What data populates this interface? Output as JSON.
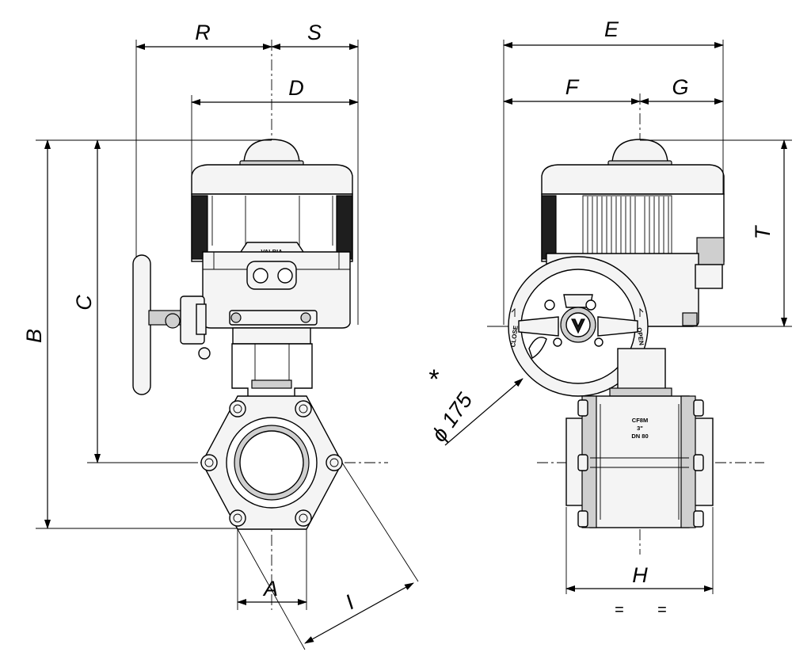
{
  "dimensions": {
    "R": "R",
    "S": "S",
    "D": "D",
    "B": "B",
    "C": "C",
    "A": "A",
    "I": "I",
    "E": "E",
    "F": "F",
    "G": "G",
    "T": "T",
    "H": "H"
  },
  "handwheel": {
    "note_symbol": "*",
    "diameter_label": "ϕ 175",
    "close_label": "CLOSE",
    "open_label": "OPEN"
  },
  "valve_marking": {
    "material": "CF8M",
    "size_inch": "3\"",
    "size_dn": "DN 80"
  },
  "actuator_brand": "VALBIA",
  "symmetry_marks": [
    "=",
    "="
  ],
  "colors": {
    "line": "#000000",
    "background": "#ffffff"
  }
}
